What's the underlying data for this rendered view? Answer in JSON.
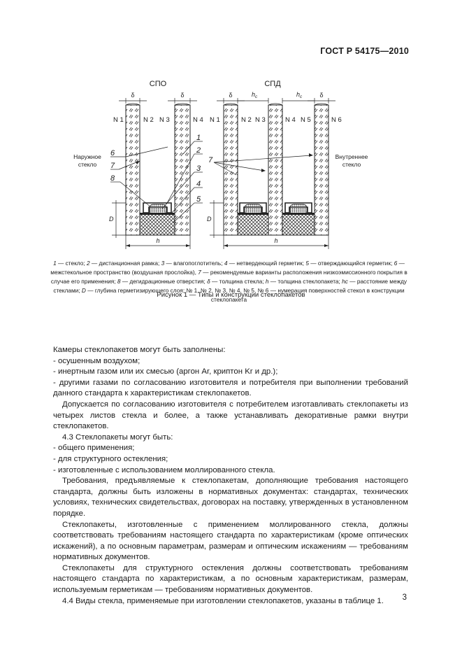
{
  "header": {
    "standard": "ГОСТ Р 54175—2010"
  },
  "figure": {
    "left_title": "СПО",
    "right_title": "СПД",
    "delta": "δ",
    "hc": "h",
    "hc_sub": "c",
    "D": "D",
    "h": "h",
    "surfaces_left": [
      "N 1",
      "N 2",
      "N 3",
      "N 4"
    ],
    "surfaces_right": [
      "N 1",
      "N 2",
      "N 3",
      "N 4",
      "N 5",
      "N 6"
    ],
    "outer_glass": [
      "Наружное",
      "стекло"
    ],
    "inner_glass": [
      "Внутреннее",
      "стекло"
    ],
    "callouts_right_side": [
      "1",
      "2",
      "3",
      "4",
      "5"
    ],
    "callouts_left_side": [
      "6",
      "7",
      "8"
    ],
    "callout_right_fig": "7"
  },
  "legend": {
    "items": [
      {
        "n": "1",
        "t": " — стекло; "
      },
      {
        "n": "2",
        "t": " — дистанционная рамка; "
      },
      {
        "n": "3",
        "t": " — влагопоглотитель; "
      },
      {
        "n": "4",
        "t": " — нетвердеющий герметик; "
      },
      {
        "n": "5",
        "t": " — отверждающийся герметик; "
      },
      {
        "n": "6",
        "t": " — межстекольное пространство (воздушная прослойка), "
      },
      {
        "n": "7",
        "t": " — рекомендуемые варианты расположения низкоэмиссионного покрытия в случае его применения; "
      },
      {
        "n": "8",
        "t": " — дегидрационные отверстия; "
      },
      {
        "n": "δ",
        "t": " — толщина стекла; "
      },
      {
        "n": "h",
        "t": " — толщина стеклопакета; "
      },
      {
        "n": "hc",
        "t": " — расстояние между стеклами; "
      },
      {
        "n": "D",
        "t": " — глубина герметизирующего слоя; № 1, № 2, № 3, № 4, № 5, № 6 — нумерация поверхностей стекол в конструкции стеклопакета"
      }
    ]
  },
  "caption": "Рисунок  1 — Типы и конструкции стеклопакетов",
  "body": {
    "p1": "Камеры стеклопакетов могут быть заполнены:",
    "p2": "- осушенным воздухом;",
    "p3": "- инертным газом или их смесью (аргон Ar, криптон Kr и др.);",
    "p4": "- другими газами по согласованию изготовителя и потребителя при выполнении требований данного стандарта к характеристикам стеклопакетов.",
    "p5": "Допускается по согласованию изготовителя с потребителем изготавливать стеклопакеты из четырех листов стекла и более, а также устанавливать декоративные рамки внутри стеклопакетов.",
    "p6": "4.3  Стеклопакеты могут быть:",
    "p7": "- общего применения;",
    "p8": "- для структурного остекления;",
    "p9": "- изготовленные с использованием моллированного стекла.",
    "p10": "Требования, предъявляемые к стеклопакетам, дополняющие требования настоящего стандарта, должны быть изложены в нормативных документах: стандартах, технических условиях, технических свидетельствах, договорах на поставку, утвержденных в установленном порядке.",
    "p11": "Стеклопакеты, изготовленные с применением моллированного стекла, должны соответствовать требованиям настоящего стандарта по характеристикам (кроме оптических искажений), а по основным параметрам, размерам и оптическим искажениям — требованиям нормативных документов.",
    "p12": "Стеклопакеты для структурного остекления должны соответствовать требованиям настоящего стандарта по характеристикам, а по основным характеристикам, размерам, используемым герметикам — требованиям нормативных документов.",
    "p13": "4.4  Виды стекла, применяемые при изготовлении стеклопакетов, указаны в таблице 1."
  },
  "page_number": "3"
}
